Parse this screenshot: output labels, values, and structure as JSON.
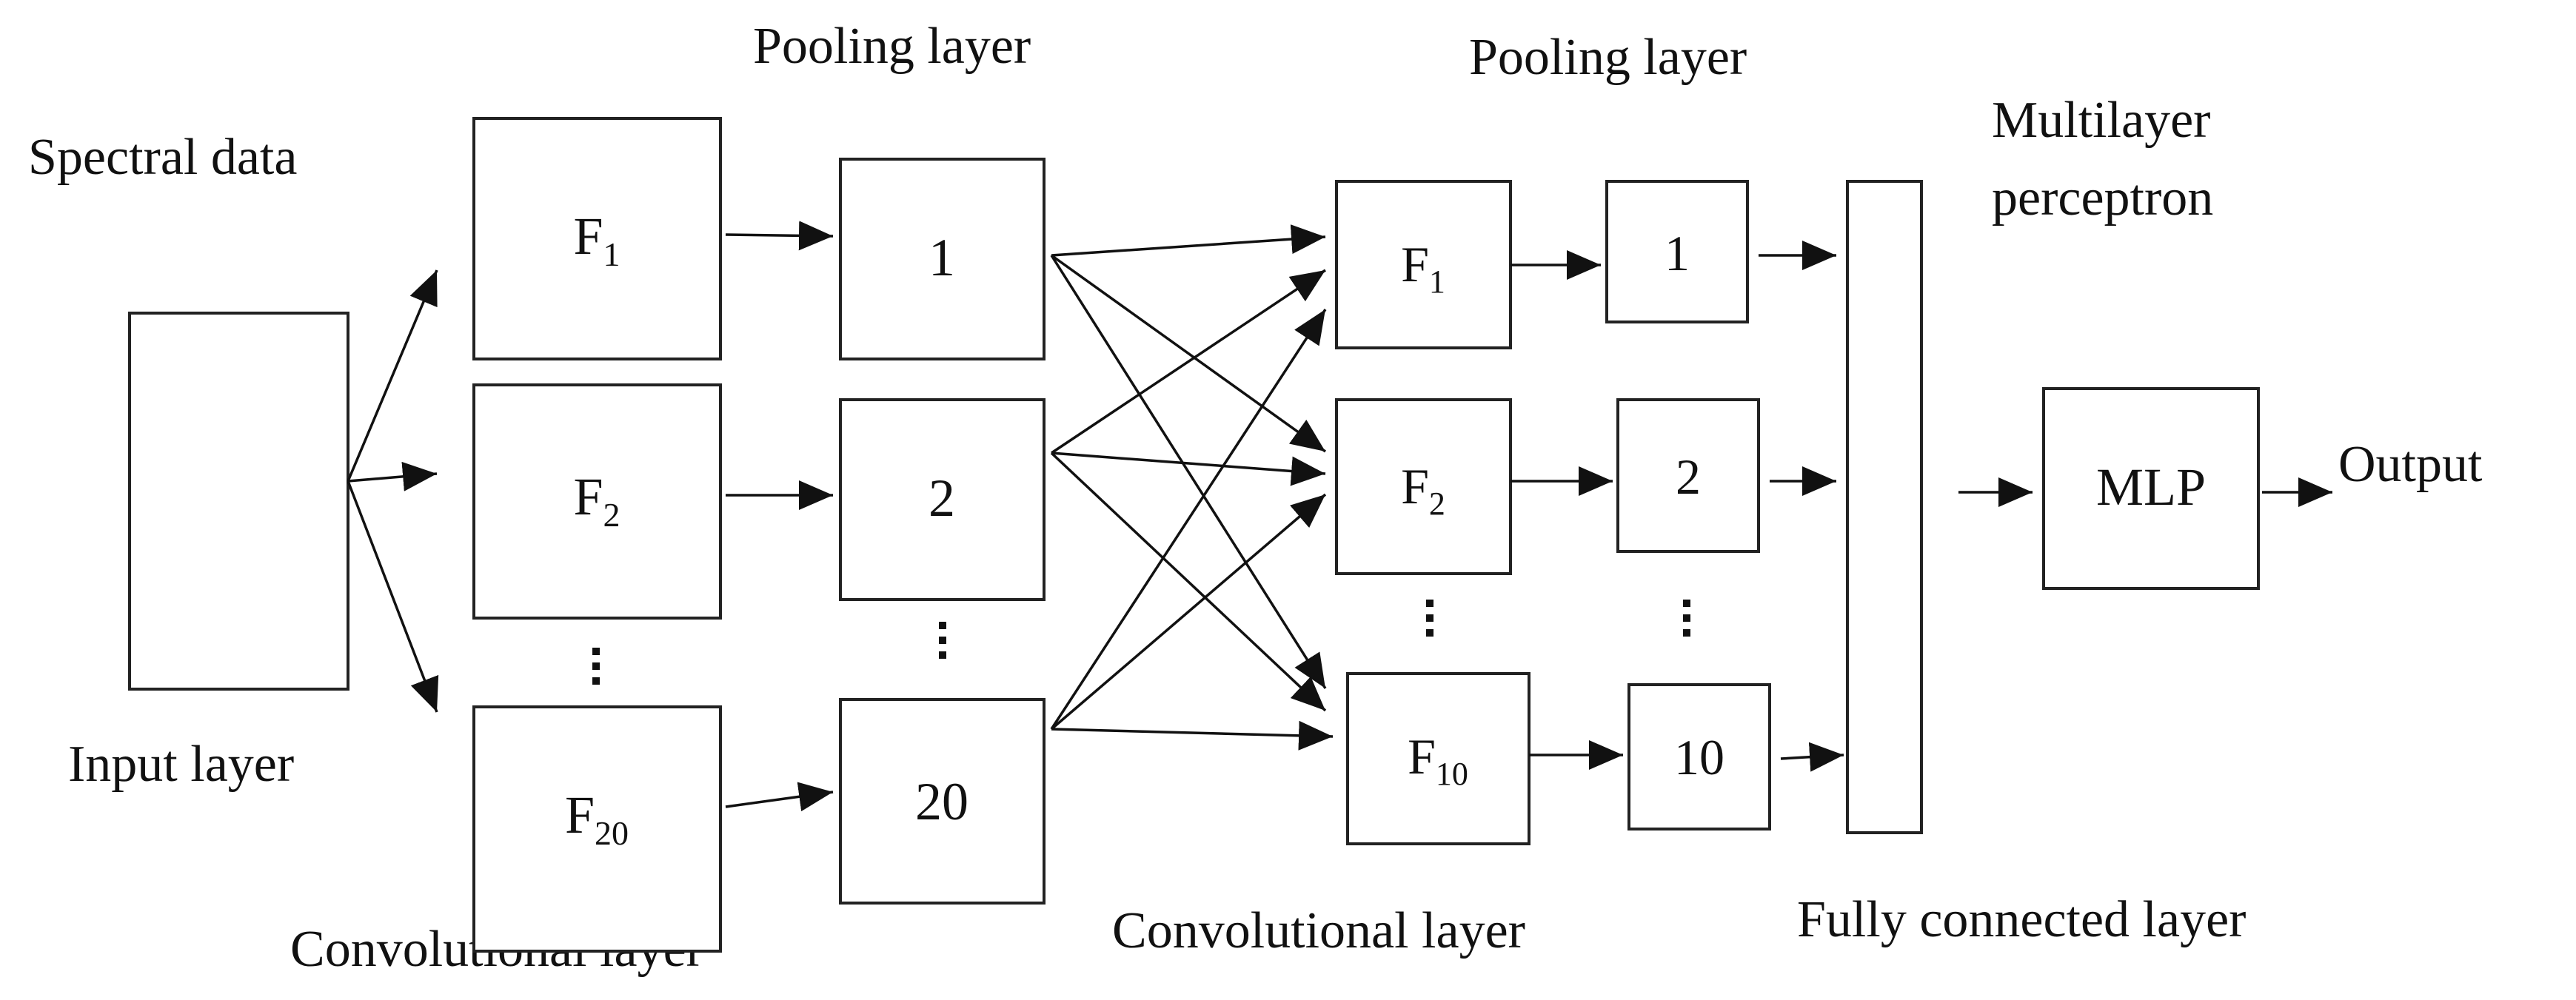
{
  "labels": {
    "spectral_data": "Spectral data",
    "input_layer": "Input layer",
    "pooling_layer_1": "Pooling layer",
    "pooling_layer_2": "Pooling layer",
    "conv_layer_1": "Convolutional layer",
    "conv_layer_2": "Convolutional layer",
    "mlp_title_line1": "Multilayer",
    "mlp_title_line2": "perceptron",
    "fully_connected": "Fully connected layer",
    "output": "Output"
  },
  "conv1": [
    {
      "letter": "F",
      "sub": "1"
    },
    {
      "letter": "F",
      "sub": "2"
    },
    {
      "letter": "F",
      "sub": "20"
    }
  ],
  "pool1": [
    "1",
    "2",
    "20"
  ],
  "conv2": [
    {
      "letter": "F",
      "sub": "1"
    },
    {
      "letter": "F",
      "sub": "2"
    },
    {
      "letter": "F",
      "sub": "10"
    }
  ],
  "pool2": [
    "1",
    "2",
    "10"
  ],
  "mlp_box": "MLP"
}
